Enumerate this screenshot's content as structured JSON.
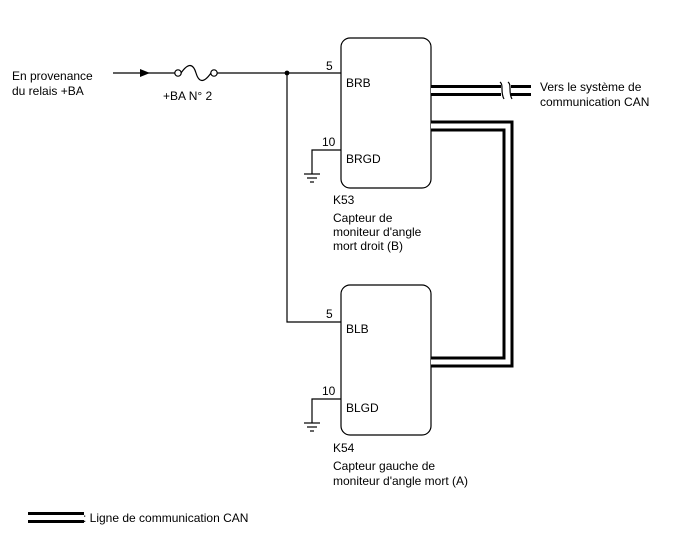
{
  "source": {
    "line1": "En provenance",
    "line2": "du relais +BA"
  },
  "fuse": {
    "label": "+BA N° 2"
  },
  "destination": {
    "line1": "Vers le système de",
    "line2": "communication CAN"
  },
  "k53": {
    "code": "K53",
    "name_line1": "Capteur de",
    "name_line2": "moniteur d'angle",
    "name_line3": "mort droit (B)",
    "pin_power_num": "5",
    "pin_power_name": "BRB",
    "pin_ground_num": "10",
    "pin_ground_name": "BRGD"
  },
  "k54": {
    "code": "K54",
    "name_line1": "Capteur gauche de",
    "name_line2": "moniteur d'angle mort (A)",
    "pin_power_num": "5",
    "pin_power_name": "BLB",
    "pin_ground_num": "10",
    "pin_ground_name": "BLGD"
  },
  "legend": {
    "label": ": Ligne de communication CAN"
  }
}
